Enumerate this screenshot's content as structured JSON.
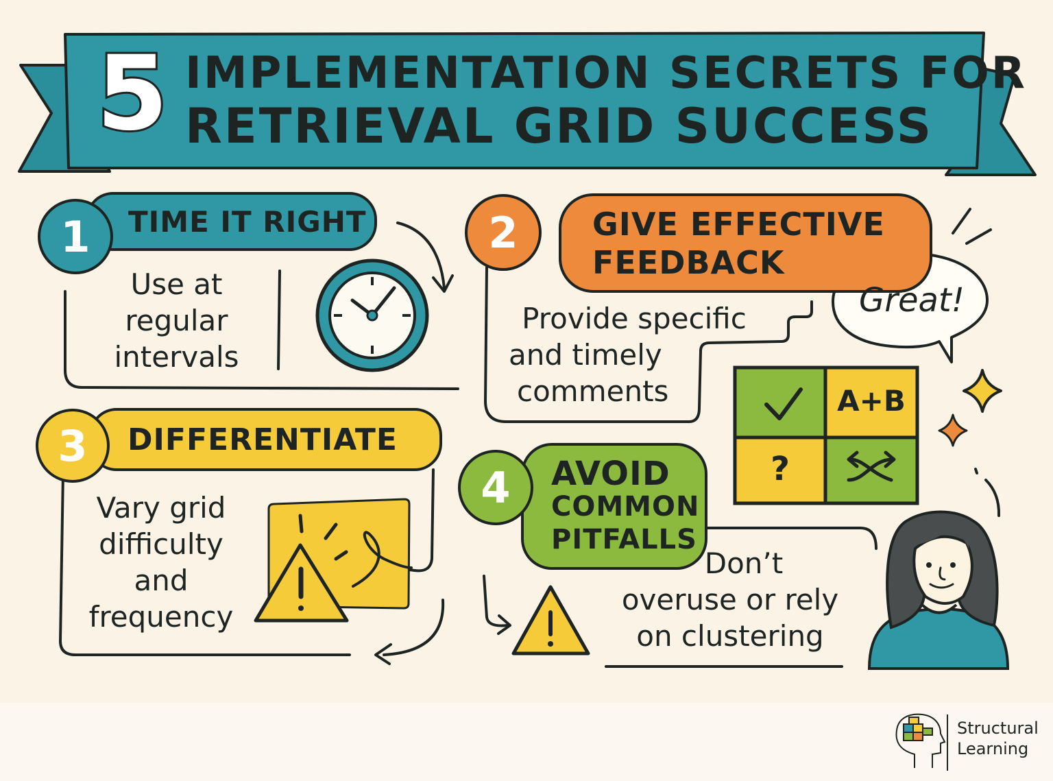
{
  "banner": {
    "number": "5",
    "line1": "IMPLEMENTATION SECRETS FOR",
    "line2": "RETRIEVAL GRID SUCCESS"
  },
  "tips": [
    {
      "number": "1",
      "title": "TIME IT RIGHT",
      "body": [
        "Use at",
        "regular",
        "intervals"
      ]
    },
    {
      "number": "2",
      "title": [
        "GIVE EFFECTIVE",
        "FEEDBACK"
      ],
      "body": [
        "Provide specific",
        "and timely",
        "comments"
      ]
    },
    {
      "number": "3",
      "title": "DIFFERENTIATE",
      "body": [
        "Vary grid",
        "difficulty",
        "and",
        "frequency"
      ]
    },
    {
      "number": "4",
      "title": [
        "AVOID",
        "COMMON",
        "PITFALLS"
      ],
      "body": [
        "Don’t",
        "overuse or rely",
        "on clustering"
      ]
    }
  ],
  "speech_bubble": "Great!",
  "grid": {
    "top_right": "A+B",
    "bottom_left": "?"
  },
  "icons": [
    "clock-icon",
    "warning-icon",
    "check-icon",
    "swap-arrows-icon",
    "sparkle-icon",
    "student-avatar",
    "brain-logo-icon"
  ],
  "logo": {
    "line1": "Structural",
    "line2": "Learning"
  },
  "colors": {
    "background": "#fbf4e6",
    "teal": "#2f98a4",
    "orange": "#ee8a3c",
    "yellow": "#f5cb3a",
    "green": "#8cba3f",
    "ink": "#1d2422"
  }
}
